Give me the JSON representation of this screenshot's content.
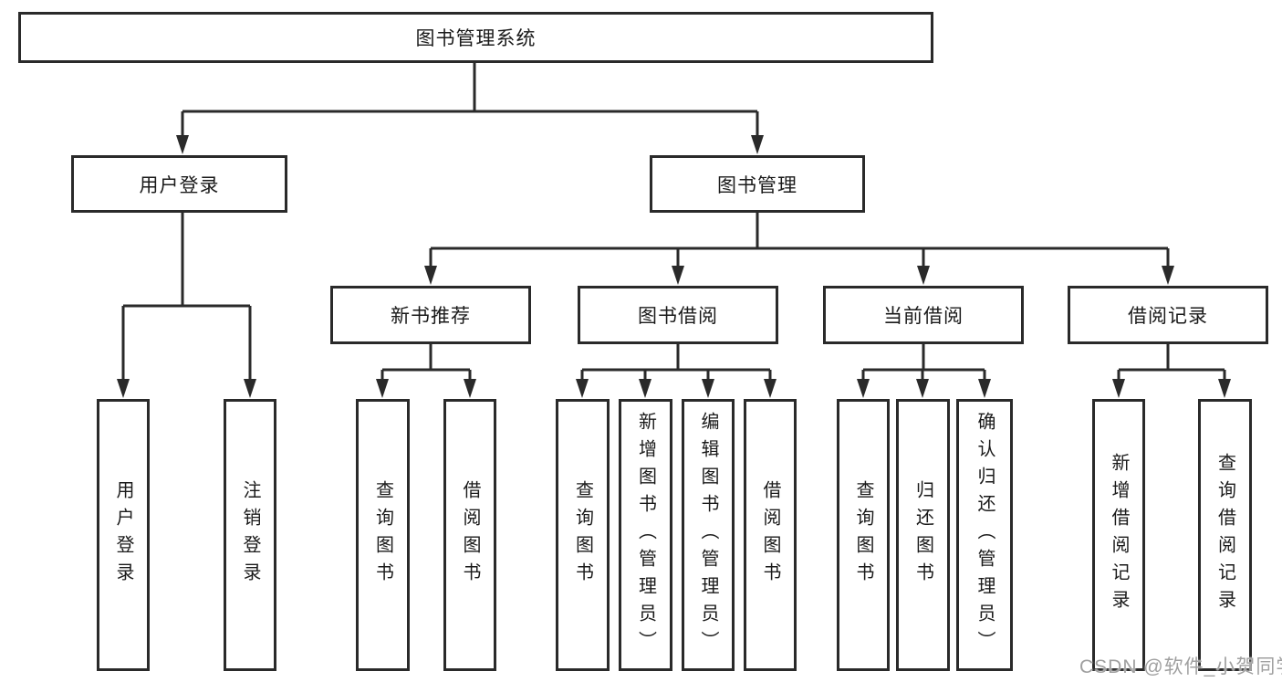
{
  "diagram": {
    "tree": {
      "root": {
        "label": "图书管理系统"
      },
      "branches": [
        {
          "label": "用户登录",
          "children": [
            {
              "label": "用户登录"
            },
            {
              "label": "注销登录"
            }
          ]
        },
        {
          "label": "图书管理",
          "children": [
            {
              "label": "新书推荐",
              "children": [
                {
                  "label": "查询图书"
                },
                {
                  "label": "借阅图书"
                }
              ]
            },
            {
              "label": "图书借阅",
              "children": [
                {
                  "label": "查询图书"
                },
                {
                  "label": "新增图书（管理员）"
                },
                {
                  "label": "编辑图书（管理员）"
                },
                {
                  "label": "借阅图书"
                }
              ]
            },
            {
              "label": "当前借阅",
              "children": [
                {
                  "label": "查询图书"
                },
                {
                  "label": "归还图书"
                },
                {
                  "label": "确认归还（管理员）"
                }
              ]
            },
            {
              "label": "借阅记录",
              "children": [
                {
                  "label": "新增借阅记录"
                },
                {
                  "label": "查询借阅记录"
                }
              ]
            }
          ]
        }
      ]
    }
  },
  "watermark": {
    "text": "CSDN @软件_小贺同学"
  },
  "colors": {
    "line": "#2a2a2a",
    "text": "#1a1a1a",
    "box_background": "#ffffff",
    "watermark": "#a0a0a0"
  }
}
